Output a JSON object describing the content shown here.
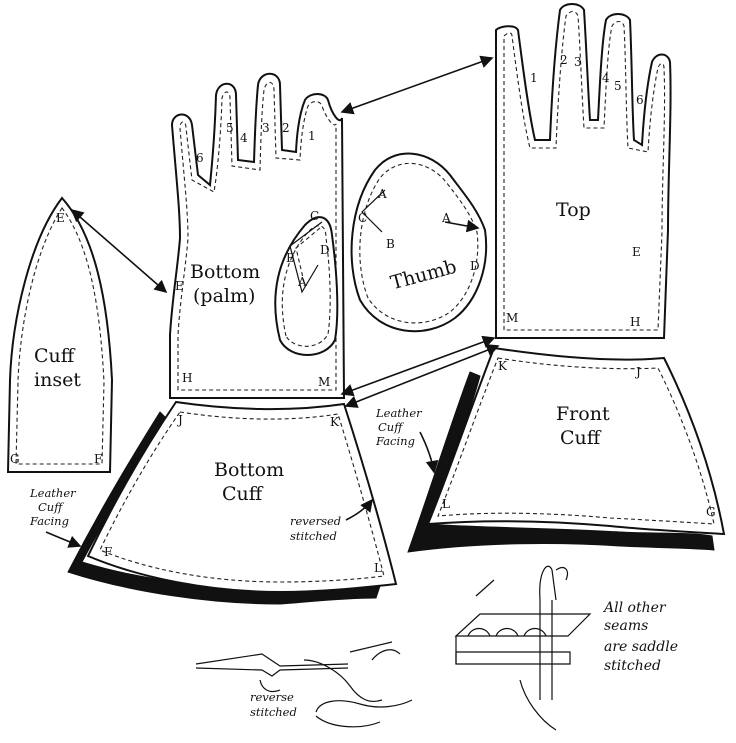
{
  "labels": {
    "cuff_inset_1": "Cuff",
    "cuff_inset_2": "inset",
    "bottom_palm_1": "Bottom",
    "bottom_palm_2": "(palm)",
    "thumb": "Thumb",
    "top": "Top",
    "front_cuff_1": "Front",
    "front_cuff_2": "Cuff",
    "bottom_cuff_1": "Bottom",
    "bottom_cuff_2": "Cuff"
  },
  "notes": {
    "leather_left": [
      "Leather",
      "Cuff",
      "Facing"
    ],
    "leather_right": [
      "Leather",
      "Cuff",
      "Facing"
    ],
    "reversed_stitched": [
      "reversed",
      "stitched"
    ],
    "reverse_stitched": [
      "reverse",
      "stitched"
    ],
    "saddle": [
      "All other",
      "seams",
      "are saddle",
      "stitched"
    ]
  },
  "marks": {
    "E": "E",
    "G": "G",
    "F": "F",
    "H": "H",
    "M": "M",
    "A": "A",
    "B": "B",
    "C": "C",
    "D": "D",
    "J": "J",
    "K": "K",
    "L": "L",
    "f1": "1",
    "f2": "2",
    "f3": "3",
    "f4": "4",
    "f5": "5",
    "f6": "6"
  }
}
